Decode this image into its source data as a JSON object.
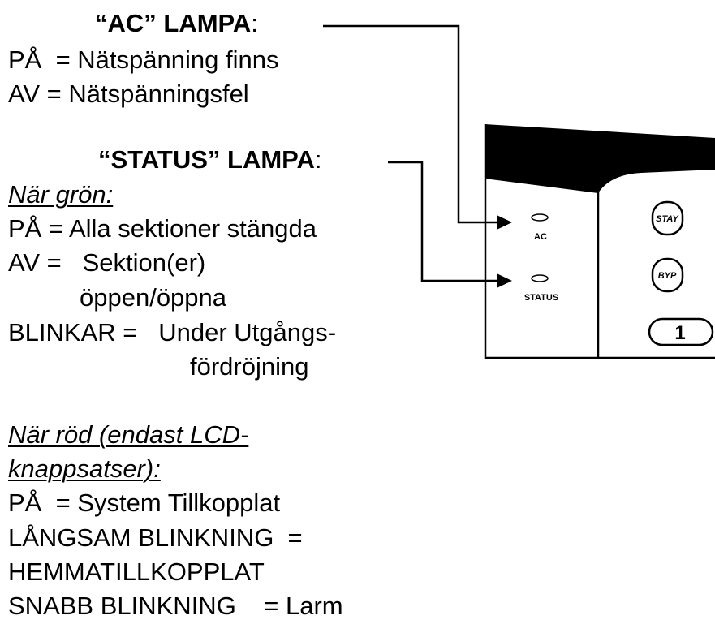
{
  "ac_section": {
    "heading": "“AC” LAMPA",
    "colon": ":",
    "line_on": "PÅ  = Nätspänning finns",
    "line_off": "AV = Nätspänningsfel"
  },
  "status_section": {
    "heading": "“STATUS” LAMPA",
    "colon": ":",
    "green_heading": "När grön:",
    "green_on": "PÅ = Alla sektioner stängda",
    "green_off": "AV =   Sektion(er)",
    "green_off_2": "öppen/öppna",
    "green_blink": "BLINKAR =   Under Utgångs-",
    "green_blink_2": "fördröjning",
    "red_heading_1": "När röd (endast LCD-",
    "red_heading_2": "knappsatser):",
    "red_on": "PÅ  = System Tillkopplat",
    "red_slow_blink": "LÅNGSAM BLINKNING  =",
    "red_slow_blink_2": "HEMMATILLKOPPLAT",
    "red_fast_blink": "SNABB BLINKNING    = Larm"
  },
  "keypad": {
    "ac_label": "AC",
    "status_label": "STATUS",
    "stay_button": "STAY",
    "byp_button": "BYP",
    "key_1": "1"
  }
}
